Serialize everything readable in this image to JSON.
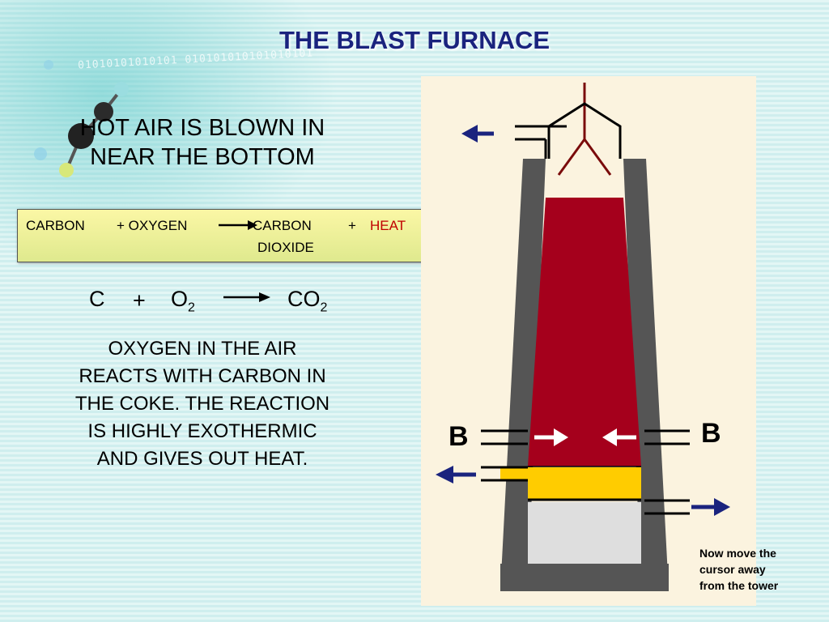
{
  "title": "THE BLAST FURNACE",
  "heading": [
    "HOT AIR IS BLOWN IN",
    "NEAR THE BOTTOM"
  ],
  "decor_binary": "01010101010101 010101010101010101",
  "word_equation": {
    "reactant1": "CARBON",
    "plus1": "+ OXYGEN",
    "product_line1": "CARBON",
    "product_line2": "DIOXIDE",
    "plus2": "+",
    "heat": "HEAT"
  },
  "formula": {
    "c": "C",
    "plus": "+",
    "o": "O",
    "o_sub": "2",
    "co": "CO",
    "co_sub": "2"
  },
  "explanation": [
    "OXYGEN IN THE AIR",
    "REACTS WITH CARBON IN",
    "THE COKE. THE REACTION",
    "IS HIGHLY EXOTHERMIC",
    "AND GIVES OUT HEAT."
  ],
  "labels": {
    "left_b": "B",
    "right_b": "B"
  },
  "note": [
    "Now move the",
    "cursor away",
    "from the tower"
  ],
  "colors": {
    "title": "#1a237e",
    "heat": "#c00000",
    "furnace_wall": "#555555",
    "charge": "#a5001c",
    "slag": "#ffcc00",
    "iron": "#dedede",
    "arrow_dark": "#1a237e",
    "diagram_bg": "#fbf3df"
  }
}
